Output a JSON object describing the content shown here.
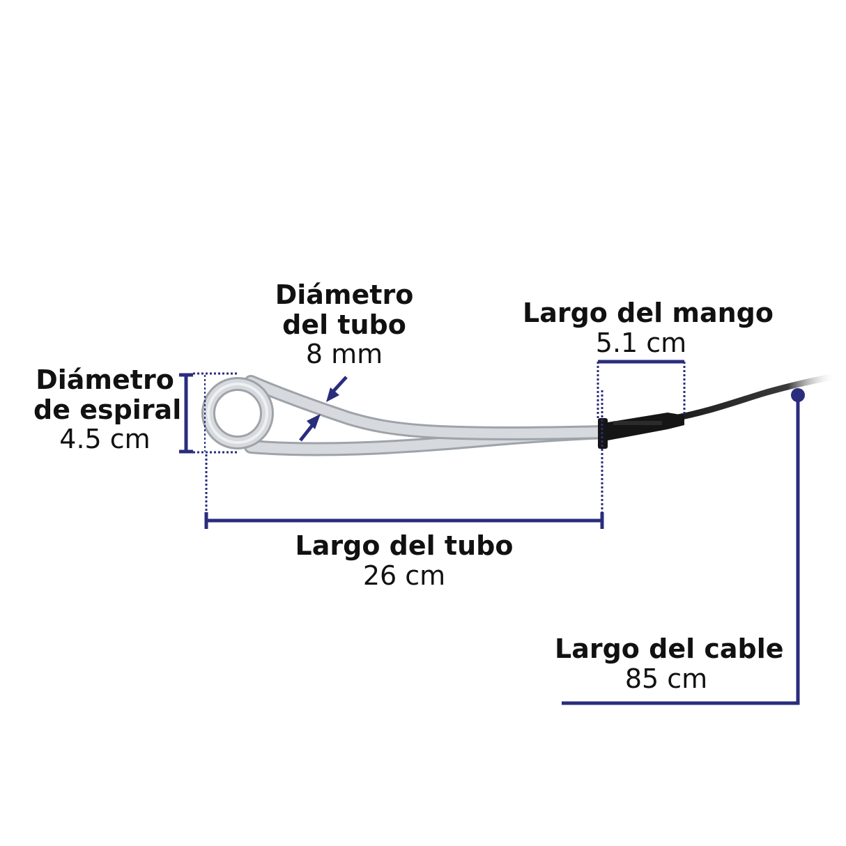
{
  "colors": {
    "dimension": "#2a2d7c",
    "tube": "#c9ccd1",
    "tube_edge": "#9ea3aa",
    "handle": "#151515",
    "cable": "#1c1c1c",
    "text": "#111111"
  },
  "product_image": {
    "description": "immersion-heater-coil",
    "icon": "heater-coil-icon"
  },
  "dimensions": {
    "tube_diameter": {
      "title_line1": "Diámetro",
      "title_line2": "del tubo",
      "value": "8 mm"
    },
    "spiral_diameter": {
      "title_line1": "Diámetro",
      "title_line2": "de espiral",
      "value": "4.5 cm"
    },
    "handle_length": {
      "title": "Largo del mango",
      "value": "5.1 cm"
    },
    "tube_length": {
      "title": "Largo del tubo",
      "value": "26 cm"
    },
    "cable_length": {
      "title": "Largo del cable",
      "value": "85 cm"
    }
  }
}
